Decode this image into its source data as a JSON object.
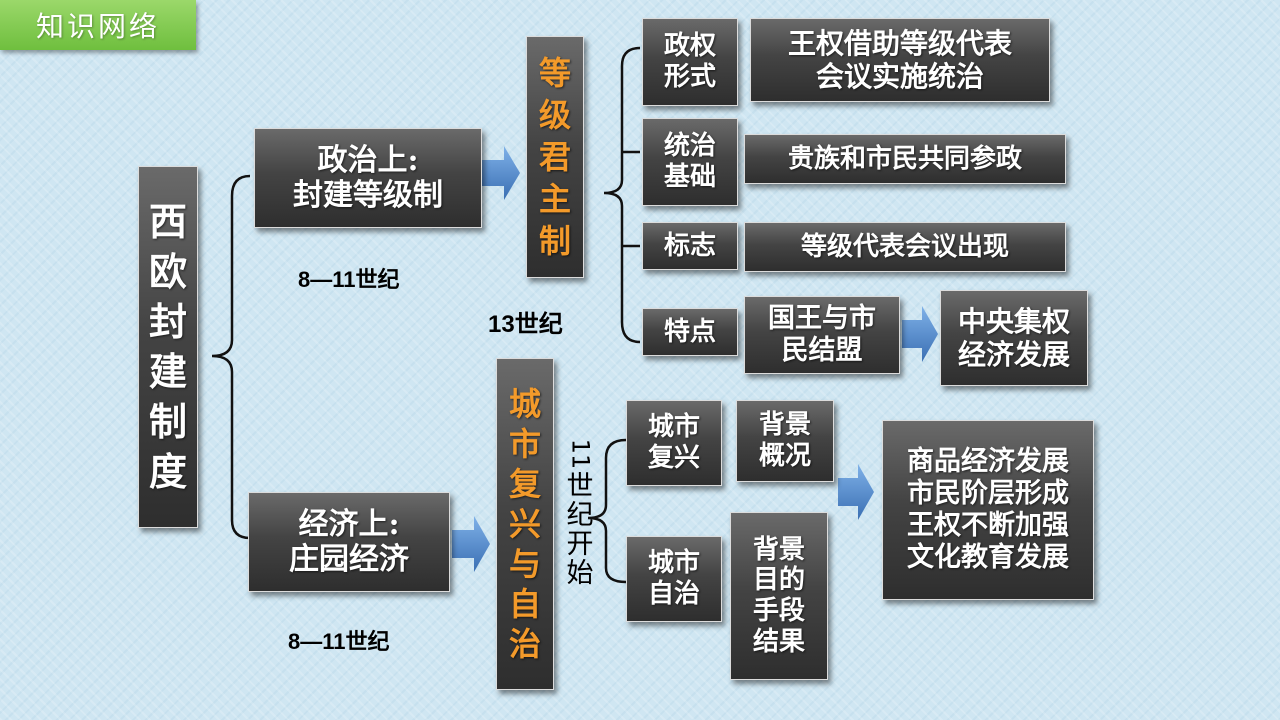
{
  "tab_title": "知识网络",
  "root": [
    "西",
    "欧",
    "封",
    "建",
    "制",
    "度"
  ],
  "political": {
    "line1": "政治上:",
    "line2": "封建等级制",
    "period": "8—11世纪"
  },
  "economic": {
    "line1": "经济上:",
    "line2": "庄园经济",
    "period": "8—11世纪"
  },
  "monarchy": {
    "chars": [
      "等",
      "级",
      "君",
      "主",
      "制"
    ],
    "period": "13世纪"
  },
  "city": {
    "chars": [
      "城",
      "市",
      "复",
      "兴",
      "与",
      "自",
      "治"
    ],
    "period_chars": [
      "11",
      "世",
      "纪",
      "开",
      "始"
    ]
  },
  "monarchy_items": [
    {
      "label": [
        "政权",
        "形式"
      ],
      "desc": [
        "王权借助等级代表",
        "会议实施统治"
      ]
    },
    {
      "label": [
        "统治",
        "基础"
      ],
      "desc": [
        "贵族和市民共同参政"
      ]
    },
    {
      "label": [
        "标志"
      ],
      "desc": [
        "等级代表会议出现"
      ]
    },
    {
      "label": [
        "特点"
      ],
      "desc": [
        "国王与市",
        "民结盟"
      ],
      "result": [
        "中央集权",
        "经济发展"
      ]
    }
  ],
  "city_items": [
    {
      "label": [
        "城市",
        "复兴"
      ],
      "desc": [
        "背景",
        "概况"
      ]
    },
    {
      "label": [
        "城市",
        "自治"
      ],
      "desc": [
        "背景",
        "目的",
        "手段",
        "结果"
      ]
    }
  ],
  "city_results": [
    "商品经济发展",
    "市民阶层形成",
    "王权不断加强",
    "文化教育发展"
  ],
  "colors": {
    "box": "#3c3c3c",
    "accent": "#f39a2a",
    "arrow": "#4a7fc1",
    "tab": "#7cc64a"
  }
}
